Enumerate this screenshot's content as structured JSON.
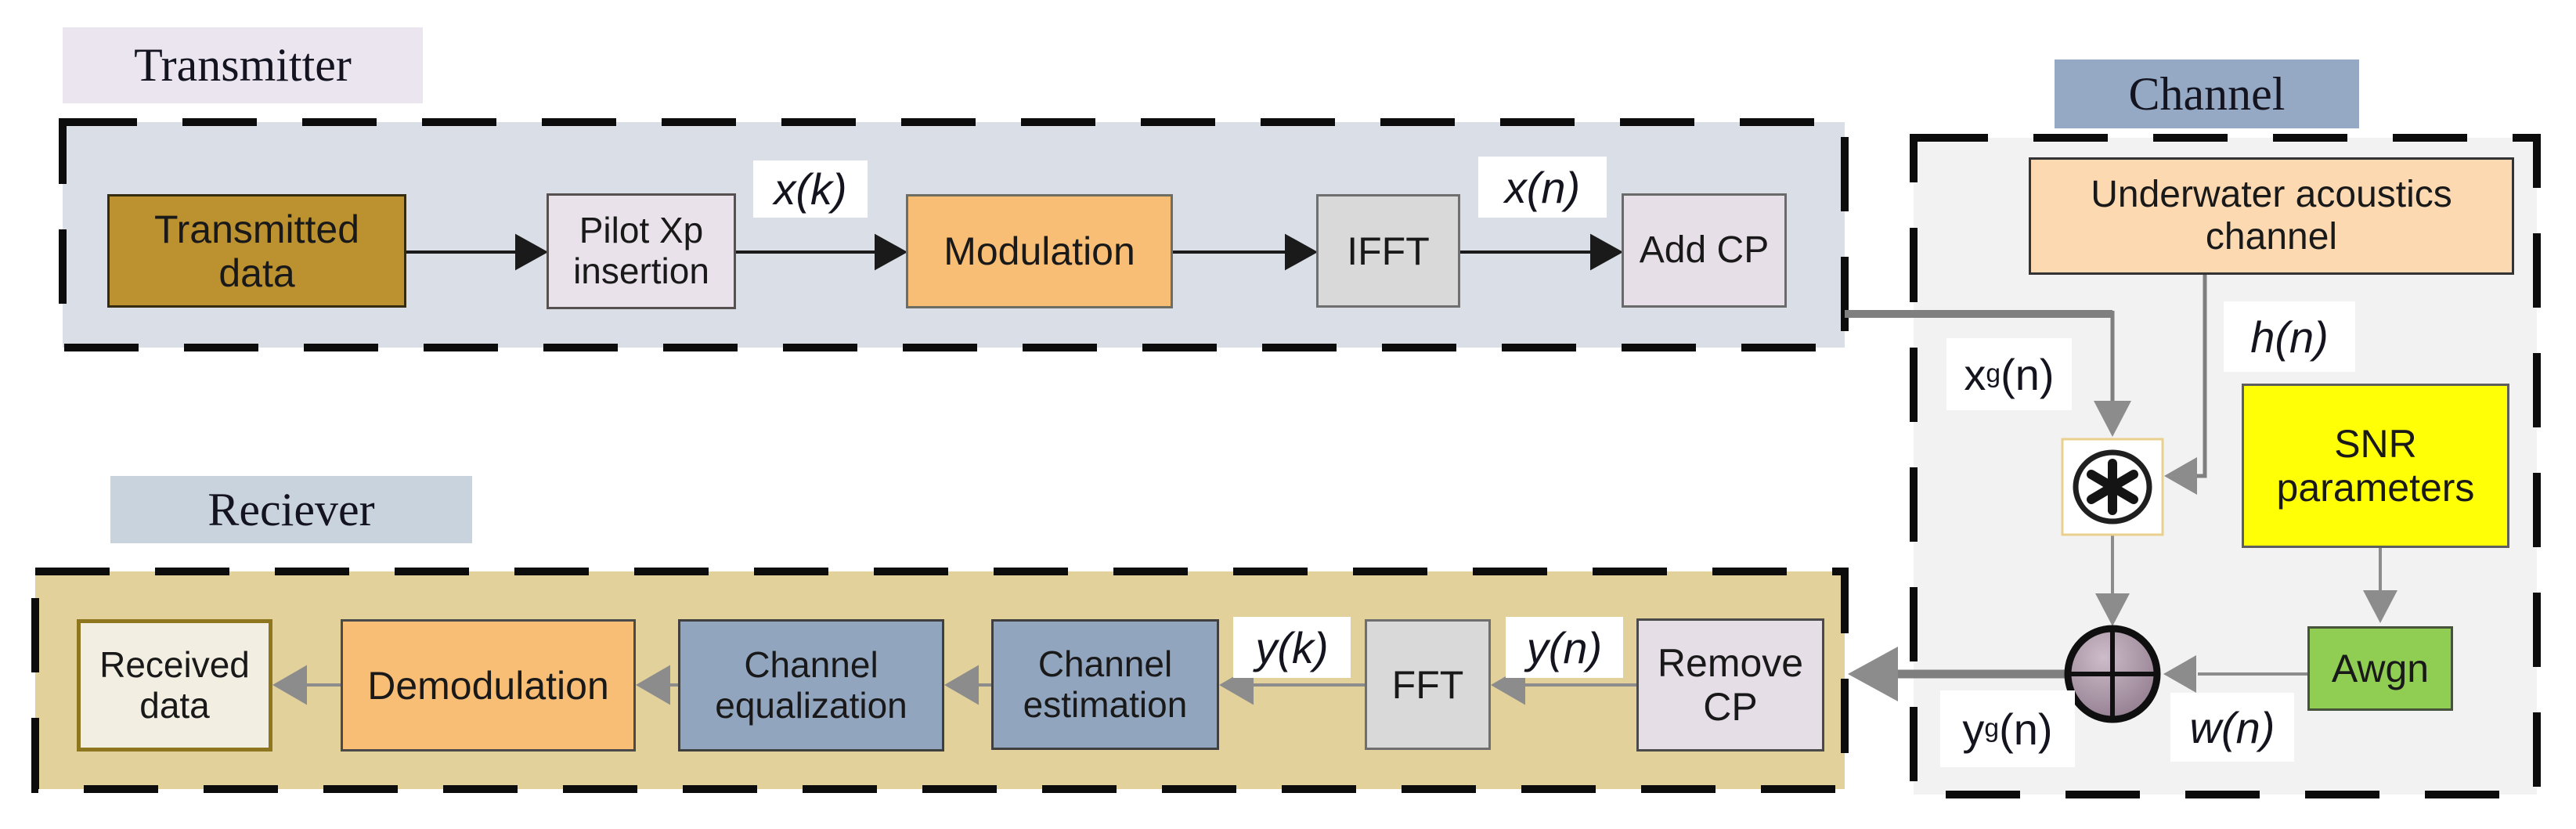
{
  "palette": {
    "page_bg": "#ffffff",
    "transmitter_fill": "#d9dee7",
    "transmitter_label_bg": "#eae5ef",
    "channel_fill": "#f2f2f2",
    "channel_label_bg": "#95a9c4",
    "receiver_fill": "#e3d19c",
    "receiver_label_bg": "#c9d3de",
    "gold_box": "#bc9130",
    "lavender_box": "#e7dfe7",
    "orange_box": "#f9be75",
    "gray_box": "#d9d9d9",
    "blue_box": "#92a5bf",
    "peach_box": "#fcd9b1",
    "yellow_box": "#ffff05",
    "green_box": "#90ce53",
    "cream_box": "#f3eee2",
    "adder_fill": "#a48fa0",
    "black_arrow": "#1a1a1a",
    "gray_arrow": "#8c8c8c"
  },
  "transmitter": {
    "section_label": "Transmitter",
    "blocks": {
      "transmitted_data": "Transmitted data",
      "pilot_insertion": "Pilot Xp insertion",
      "modulation": "Modulation",
      "ifft": "IFFT",
      "add_cp": "Add CP"
    },
    "signals": {
      "x_k": "x(k)",
      "x_n": "x(n)"
    }
  },
  "channel": {
    "section_label": "Channel",
    "blocks": {
      "underwater": "Underwater acoustics channel",
      "snr": "SNR parameters",
      "awgn": "Awgn"
    },
    "signals": {
      "h_n": "h(n)",
      "w_n": "w(n)",
      "x_g": {
        "base": "x",
        "sub": "g",
        "rest": "(n)"
      },
      "y_g": {
        "base": "y",
        "sub": "g",
        "rest": "(n)"
      }
    },
    "nodes": {
      "convolution_symbol": "∗",
      "sum_symbol": "⊕"
    }
  },
  "receiver": {
    "section_label": "Reciever",
    "blocks": {
      "received_data": "Received data",
      "demodulation": "Demodulation",
      "channel_equalization": "Channel equalization",
      "channel_estimation": "Channel estimation",
      "fft": "FFT",
      "remove_cp": "Remove CP"
    },
    "signals": {
      "y_k": "y(k)",
      "y_n": "y(n)"
    }
  }
}
